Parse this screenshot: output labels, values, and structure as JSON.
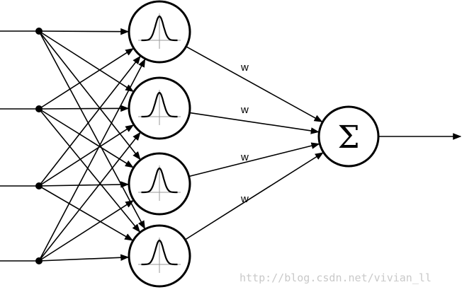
{
  "diagram": {
    "input_count": 4,
    "hidden_count": 4,
    "edge_labels": [
      "w",
      "w",
      "w",
      "w"
    ],
    "output_symbol": "Σ",
    "hidden_icon": "gaussian-bell-icon",
    "watermark": "http://blog.csdn.net/vivian_ll"
  }
}
